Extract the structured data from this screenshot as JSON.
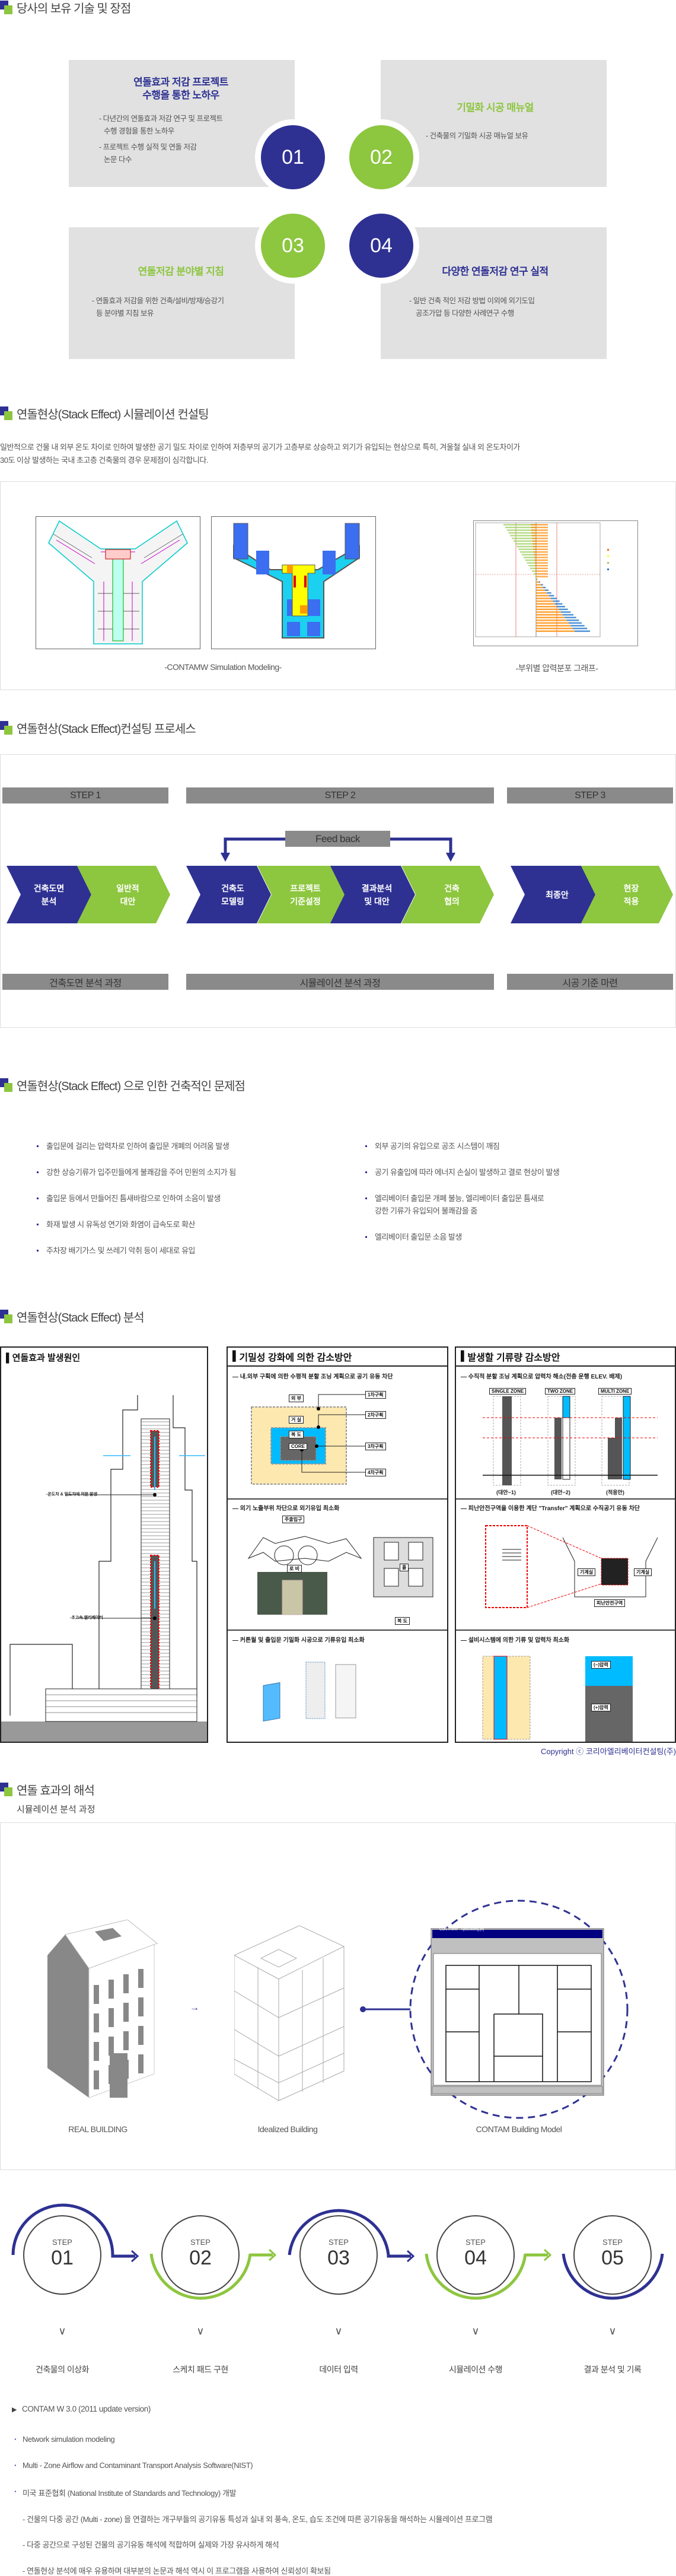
{
  "colors": {
    "navy": "#2e3192",
    "green": "#8dc63f",
    "card": "#e1e1e1",
    "bar": "#8a8a8a"
  },
  "sections": {
    "tech": "당사의 보유 기술 및 장점",
    "simulation": "연돌현상(Stack Effect) 시뮬레이션 컨설팅",
    "process": "연돌현상(Stack Effect)컨설팅 프로세스",
    "problems": "연돌현상(Stack Effect) 으로 인한 건축적인 문제점",
    "analysis": "연돌현상(Stack Effect) 분석",
    "interpretation": "연돌 효과의 해석"
  },
  "cards": [
    {
      "num": "01",
      "title": [
        "연돌효과 저감 프로젝트",
        "수행을 통한 노하우"
      ],
      "lines": [
        "- 다년간의 연돌효과 저감 연구 및 프로젝트",
        "수행 경험을 통한 노하우",
        "- 프로젝트 수행 실적 및 연돌 저감",
        "논문 다수"
      ]
    },
    {
      "num": "02",
      "title": [
        "기밀화 시공 매뉴얼"
      ],
      "lines": [
        "- 건축물의 기밀화 시공 매뉴얼 보유"
      ]
    },
    {
      "num": "03",
      "title": [
        "연돌저감 분야별 지침"
      ],
      "lines": [
        "- 연돌효과 저감을 위한 건축/설비/방재/승강기",
        "등 분야별 지침 보유"
      ]
    },
    {
      "num": "04",
      "title": [
        "다양한 연돌저감 연구 실적"
      ],
      "lines": [
        "- 일반 건축 적인 저감 방법 이외에  외기도입",
        "공조가압 등 다양한 사례연구 수행"
      ]
    }
  ],
  "simulation": {
    "paragraph": [
      "일반적으로 건물 내 외부 온도 차이로 인하여 발생한 공기 밀도 차이로 인하여 저층부의 공기가 고층부로 상승하고 외기가 유입되는 현상으로 특히, 겨울철 실내 외 온도차이가",
      "30도 이상 발생하는 국내 초고층 건축물의 경우 문제점이 심각합니다."
    ],
    "caption_left": "-CONTAMW Simulation Modeling-",
    "caption_right": "-부위별 압력분포 그래프-"
  },
  "process": {
    "steps": [
      "STEP 1",
      "STEP 2",
      "STEP 3"
    ],
    "feedback": "Feed back",
    "chevrons": [
      [
        "건축도면",
        "분석"
      ],
      [
        "일반적",
        "대안"
      ],
      [
        "건축도",
        "모델링"
      ],
      [
        "프로젝트",
        "기준설정"
      ],
      [
        "결과분석",
        "및 대안"
      ],
      [
        "건축",
        "협의"
      ],
      [
        "최종안"
      ],
      [
        "현장",
        "적용"
      ]
    ],
    "footers": [
      "건축도면 분석 과정",
      "시뮬레이션 분석 과정",
      "시공 기준 마련"
    ]
  },
  "problems": {
    "left": [
      "출입문에 걸리는 압력차로 인하여 출입문 개폐의 어려움 발생",
      "강한 상승기류가 입주민들에게 불쾌감을 주어 민원의 소지가 됨",
      "출입문 등에서 만들어진 틈새바람으로 인하여 소음이 발생",
      "화재 발생 시 유독성 연기와 화염이 급속도로 확산",
      "주차장 배기가스 및 쓰레기 악취 등이 세대로 유입"
    ],
    "right": [
      "외부 공기의 유입으로 공조 시스템이 깨짐",
      "공기 유출입에 따라 에너지 손실이 발생하고 결로 현상이 발생",
      "엘리베이터 출입문 개폐 불능, 엘리베이터 출입문 틈새로",
      "강한 기류가 유입되어 불쾌감을 줌",
      "엘리베이터 출입문 소음 발생"
    ]
  },
  "analysis": {
    "left": {
      "title": "연돌효과 발생원인",
      "note1": "-온도차 & 밀도차에 의한 발생",
      "note2": "-초고속 엘리베이터"
    },
    "middle": {
      "title": "기밀성 강화에 의한 감소방안",
      "subs": [
        "— 내.외부 구획에 의한 수평적 분할 조닝 계획으로 공기 유동 차단",
        "— 외기 노출부위 차단으로 외기유입 최소화",
        "— 커튼월 및 출입문 기밀화 시공으로 기류유입 최소화"
      ],
      "zones": [
        "외 부",
        "거 실",
        "복 도",
        "CORE"
      ],
      "blocks": [
        "1차구획",
        "2차구획",
        "3차구획",
        "4차구획"
      ],
      "labels": {
        "entrance": "주출입구",
        "lobby": "로 비",
        "hall": "홀",
        "corridor": "복 도"
      }
    },
    "right": {
      "title": "발생할 기류량 감소방안",
      "subs": [
        "— 수직적 분할 조닝 계획으로 압력차 해소(전층 운행 ELEV. 배제)",
        "— 피난안전구역을 이용한 계단 \"Transfer\" 계획으로 수직공기 유동 차단",
        "— 설비시스템에 의한 기류 및 압력차 최소화"
      ],
      "zones": [
        "SINGLE ZONE",
        "TWO ZONE",
        "MULTI ZONE"
      ],
      "alts": [
        "(대안−1)",
        "(대안−2)",
        "(적용안)"
      ],
      "labels": {
        "machine": "기계실",
        "refuge": "피난안전구역",
        "neg": "(−)압력",
        "pos": "(+)압력"
      }
    },
    "copyright": "Copyright ⓒ 코리아엘리베이터컨설팅(주)"
  },
  "interpretation": {
    "subtitle": "시뮬레이션 분석 과정",
    "models": [
      "REAL BUILDING",
      "Idealized Building",
      "CONTAM Building Model"
    ],
    "window_title": "CONTAMW - AptBuilding.prj",
    "steps": [
      {
        "step": "STEP",
        "num": "01",
        "label": "건축물의 이상화"
      },
      {
        "step": "STEP",
        "num": "02",
        "label": "스케치 패드 구현"
      },
      {
        "step": "STEP",
        "num": "03",
        "label": "데이터 입력"
      },
      {
        "step": "STEP",
        "num": "04",
        "label": "시뮬레이션 수행"
      },
      {
        "step": "STEP",
        "num": "05",
        "label": "결과 분석 및 기록"
      }
    ],
    "software": {
      "title": "CONTAM W 3.0 (2011 update version)",
      "bullets": [
        "Network simulation modeling",
        "Multi - Zone Airflow and Contaminant Transport Analysis Software(NIST)",
        "미국 표준협회 (National Institute of Standards and Technology)  개발"
      ],
      "details": [
        "- 건물의 다중 공간 (Multi - zone) 을 연결하는 개구부들의 공기유동 특성과 실내 외 풍속, 온도, 습도 조건에 따른 공기유동을 해석하는 시뮬레이션 프로그램",
        "- 다중 공간으로 구성된 건물의 공기유동 해석에 적합하며 실제와 가장 유사하게 해석",
        "- 연돌현상 분석에 매우 유용하며 대부분의 논문과 해석 역시 이 프로그램을 사용하여 신뢰성이 확보됨"
      ]
    }
  }
}
